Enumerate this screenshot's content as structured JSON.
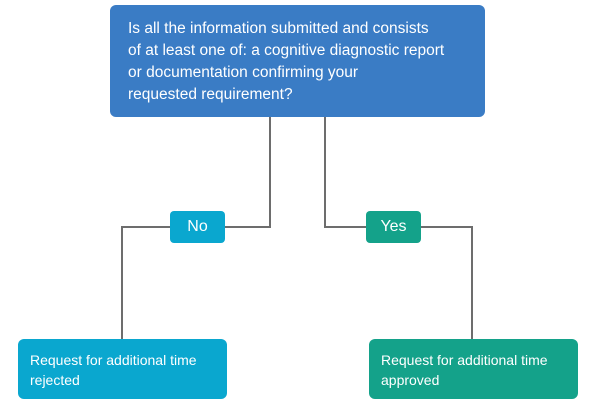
{
  "colors": {
    "question_box": "#3a7cc5",
    "no_branch": "#0aa7cf",
    "yes_branch": "#14a28a",
    "connector": "#6d6d6d"
  },
  "question": {
    "lines": [
      "Is all the information submitted and consists",
      "of at least one of: a cognitive diagnostic report",
      "or documentation confirming your",
      "requested requirement?"
    ]
  },
  "answers": {
    "no": "No",
    "yes": "Yes"
  },
  "outcomes": {
    "rejected": {
      "lines": [
        "Request for additional time",
        "rejected"
      ]
    },
    "approved": {
      "lines": [
        "Request for additional time",
        "approved"
      ]
    }
  }
}
